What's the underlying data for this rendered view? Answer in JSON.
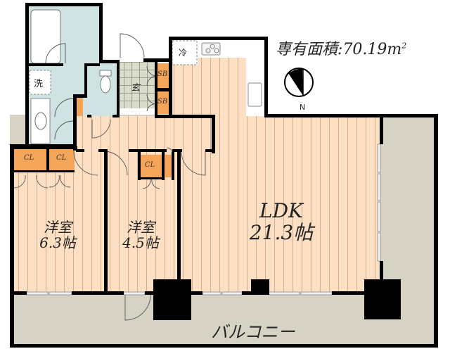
{
  "header": {
    "area_label": "専有面積",
    "area_separator": ":",
    "area_value": "70.19",
    "area_unit": "m",
    "area_unit_sup": "2"
  },
  "compass": {
    "label": "N",
    "icon": "north-arrow-icon"
  },
  "rooms": {
    "ldk": {
      "name": "LDK",
      "size": "21.3帖"
    },
    "western1": {
      "name": "洋室",
      "size": "6.3帖"
    },
    "western2": {
      "name": "洋室",
      "size": "4.5帖"
    },
    "balcony": {
      "name": "バルコニー"
    },
    "entrance": {
      "name": "玄"
    },
    "laundry": {
      "name": "洗"
    },
    "fridge": {
      "name": "冷"
    }
  },
  "storage": {
    "cl1": "CL",
    "cl2": "CL",
    "cl3": "CL",
    "sb1": "SB",
    "sb2": "SB"
  },
  "colors": {
    "floor_wood": "#fde0c4",
    "floor_line": "#c9a98c",
    "wet_area": "#cfe3e3",
    "balcony": "#d6d3c4",
    "storage": "#f5a55a",
    "entrance_tile": "#d9dccb",
    "wall": "#000000"
  }
}
